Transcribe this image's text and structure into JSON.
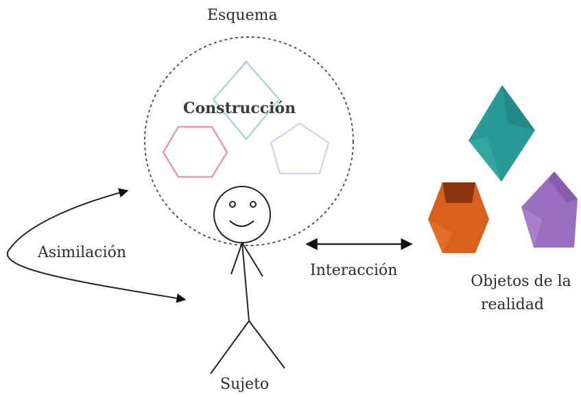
{
  "labels": {
    "esquema": "Esquema",
    "construccion": "Construcción",
    "asimilacion": "Asimilación",
    "interaccion": "Interacción",
    "objetos_line1": "Objetos de la",
    "objetos_line2": "realidad",
    "sujeto": "Sujeto"
  },
  "colors": {
    "schema_outline": "#555555",
    "diamond_outline": "#a8d8d4",
    "hexagon_outline": "#e79aa6",
    "pentagon_outline": "#d8d2ec",
    "object_teal": "#2a9a96",
    "object_orange": "#d9601a",
    "object_purple": "#9a6fc0",
    "ink": "#222222"
  }
}
